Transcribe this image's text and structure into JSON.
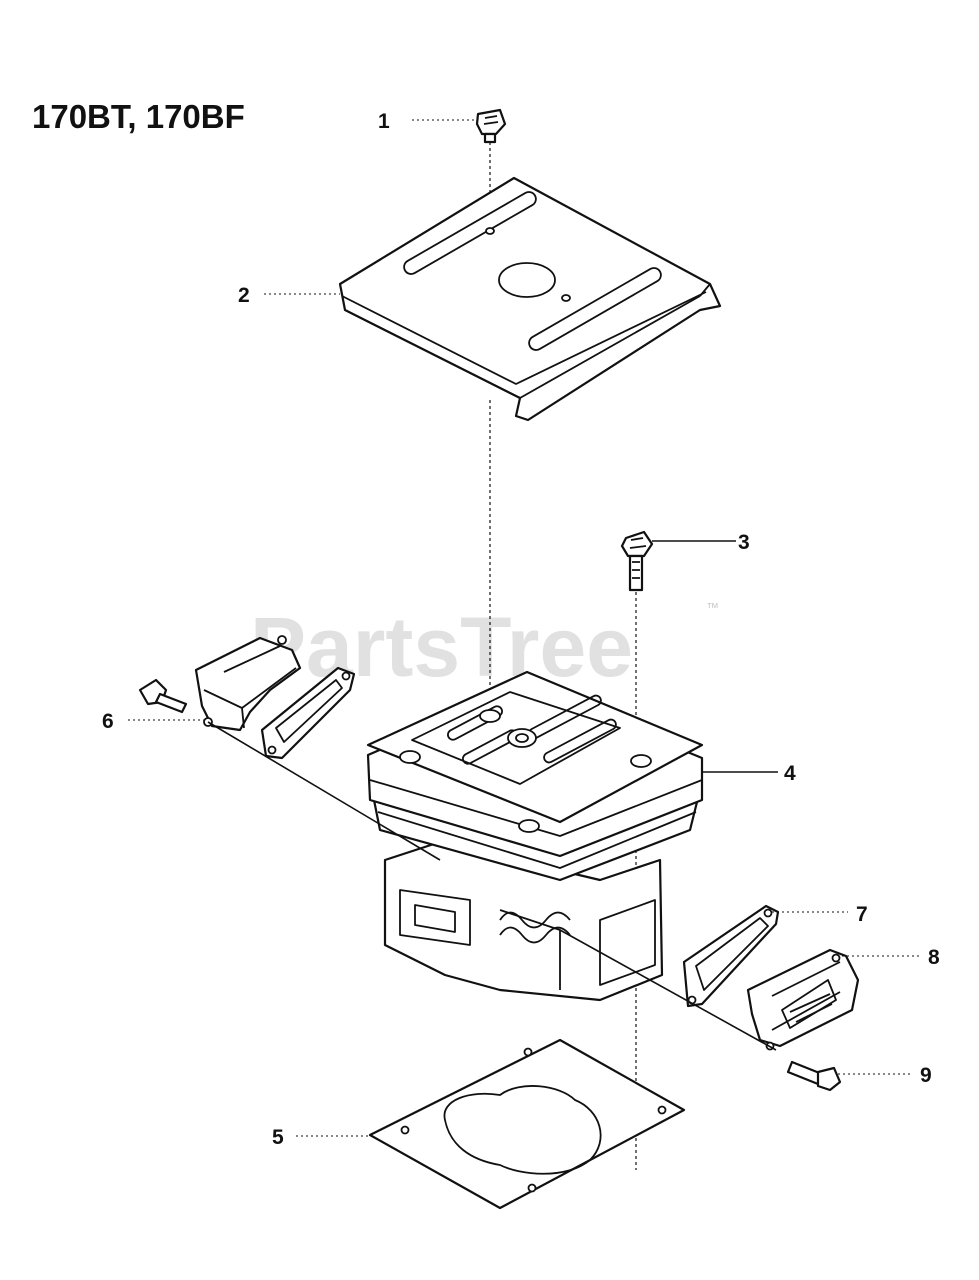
{
  "title": "170BT, 170BF",
  "watermark": "PartsTree",
  "watermark_mark": "™",
  "callouts": [
    {
      "number": "1",
      "part": "screw-top"
    },
    {
      "number": "2",
      "part": "heat-shield"
    },
    {
      "number": "3",
      "part": "cylinder-bolt"
    },
    {
      "number": "4",
      "part": "cylinder"
    },
    {
      "number": "5",
      "part": "cylinder-base-gasket"
    },
    {
      "number": "6",
      "part": "left-muffler-flange-assembly"
    },
    {
      "number": "7",
      "part": "right-flange-gasket"
    },
    {
      "number": "8",
      "part": "right-intake-flange"
    },
    {
      "number": "9",
      "part": "right-flange-screw"
    }
  ],
  "colors": {
    "ink": "#111111",
    "watermark": "#c9c9c9",
    "background": "#ffffff"
  }
}
